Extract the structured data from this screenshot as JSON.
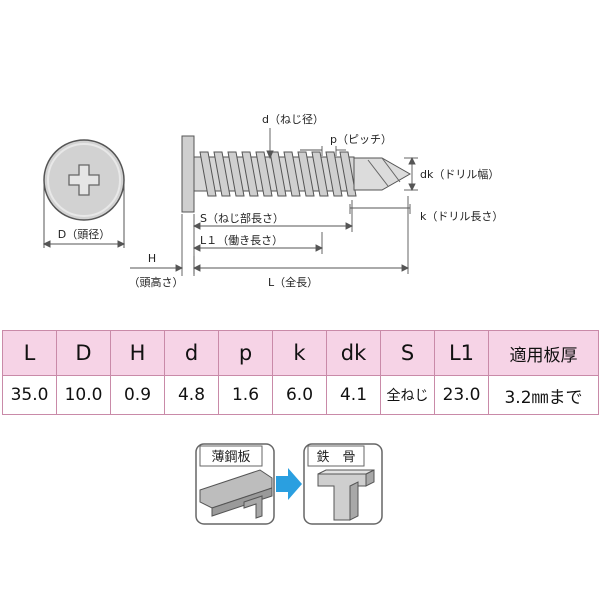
{
  "diagram": {
    "labels": {
      "d": "d（ねじ径）",
      "p": "p（ピッチ）",
      "dk": "dk（ドリル幅）",
      "k": "k（ドリル長さ）",
      "S": "S（ねじ部長さ）",
      "L1": "L１（働き長さ）",
      "L": "L（全長）",
      "D": "D（頭径）",
      "H": "H",
      "H_note": "（頭高さ）"
    },
    "colors": {
      "screw": "#d4d4d4",
      "outline": "#444444",
      "dim": "#555555"
    }
  },
  "table": {
    "headers": [
      "L",
      "D",
      "H",
      "d",
      "p",
      "k",
      "dk",
      "S",
      "L1",
      "適用板厚"
    ],
    "values": [
      "35.0",
      "10.0",
      "0.9",
      "4.8",
      "1.6",
      "6.0",
      "4.1",
      "全ねじ",
      "23.0",
      "3.2㎜まで"
    ],
    "colors": {
      "header_bg": "#f6d3e6",
      "border": "#c98aa8"
    }
  },
  "application": {
    "from_label": "薄鋼板",
    "to_label": "鉄　骨",
    "arrow_color": "#2a9fe0"
  }
}
